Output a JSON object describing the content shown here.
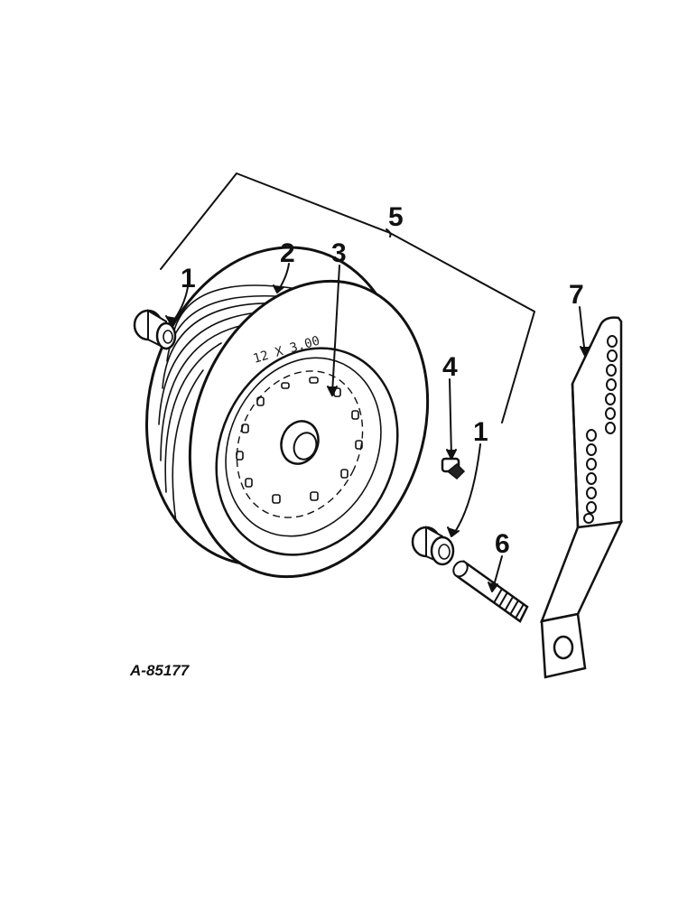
{
  "diagram": {
    "figure_id": "A-85177",
    "tire_marking": "12 X 3.00",
    "callouts": [
      {
        "label": "1"
      },
      {
        "label": "2"
      },
      {
        "label": "3"
      },
      {
        "label": "5"
      },
      {
        "label": "4"
      },
      {
        "label": "1"
      },
      {
        "label": "6"
      },
      {
        "label": "7"
      }
    ]
  }
}
